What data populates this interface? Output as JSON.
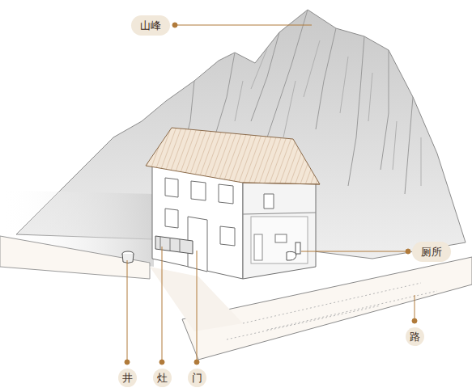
{
  "diagram": {
    "labels": [
      "山峰",
      "厕所",
      "路",
      "井",
      "灶",
      "门"
    ]
  }
}
